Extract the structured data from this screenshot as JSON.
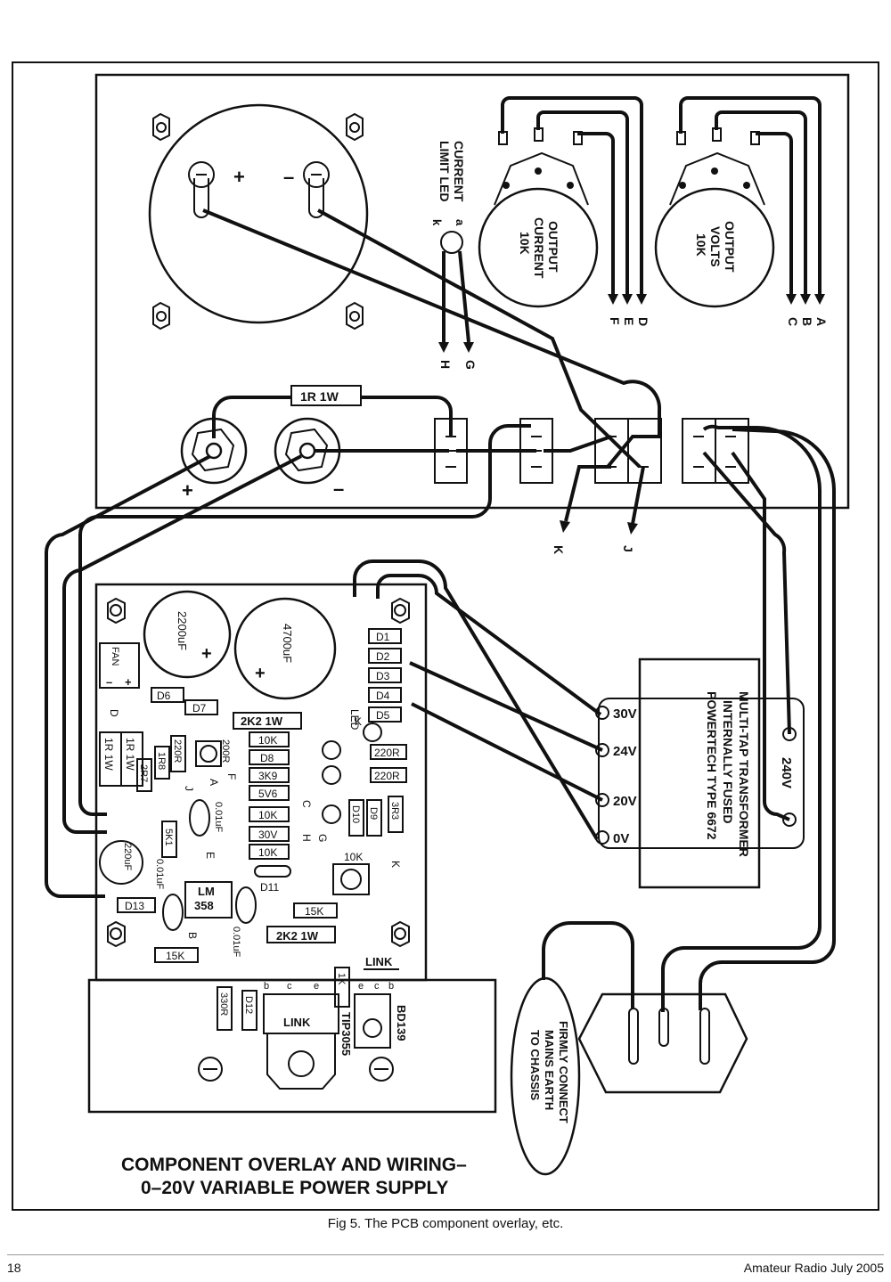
{
  "caption": "Fig 5. The PCB component overlay, etc.",
  "footer": {
    "page_number": "18",
    "publication": "Amateur Radio July 2005"
  },
  "title": {
    "line1": "COMPONENT OVERLAY AND WIRING–",
    "line2": "0–20V VARIABLE POWER SUPPLY"
  },
  "panel": {
    "meter_plus": "+",
    "meter_minus": "–",
    "current_limit_led": [
      "CURRENT",
      "LIMIT LED"
    ],
    "led_pins": [
      "a",
      "k"
    ],
    "output_current_pot": [
      "OUTPUT",
      "CURRENT",
      "10K"
    ],
    "output_volts_pot": [
      "OUTPUT",
      "VOLTS",
      "10K"
    ],
    "pot_letters_left": [
      "D",
      "E",
      "F"
    ],
    "pot_letters_right": [
      "A",
      "B",
      "C"
    ],
    "led_wire_letters": [
      "H",
      "G"
    ],
    "shunt_resistor": "1R 1W",
    "terminal_plus": "+",
    "terminal_minus": "–",
    "switch_letters": [
      "K",
      "J"
    ]
  },
  "transformer": {
    "title_lines": [
      "POWERTECH TYPE 6672",
      "INTERNALLY FUSED",
      "MULTI-TAP TRANSFORMER"
    ],
    "taps": [
      "30V",
      "24V",
      "20V",
      "0V"
    ],
    "mains": "240V"
  },
  "mains_note": [
    "FIRMLY CONNECT",
    "MAINS EARTH",
    "TO CHASSIS"
  ],
  "pcb": {
    "cap_small": "2200uF",
    "cap_large": "4700uF",
    "fan": "FAN",
    "fan_plus": "+",
    "fan_minus": "–",
    "diodes_top": [
      "D1",
      "D2",
      "D3",
      "D4",
      "D5"
    ],
    "d6": "D6",
    "d7": "D7",
    "d8": "D8",
    "d10": "D10",
    "d9": "D9",
    "d11": "D11",
    "d12": "D12",
    "d13": "D13",
    "r_2k2_top": "2K2 1W",
    "r_10k_a": "10K",
    "r_3k9": "3K9",
    "r_5v6": "5V6",
    "r_10k_b": "10K",
    "r_30v": "30V",
    "r_10k_c": "10K",
    "r_220_a": "220R",
    "r_220_b": "220R",
    "r_220_c": "220R",
    "r_200r": "200R",
    "r_1r_a": "1R 1W",
    "r_1r_b": "1R 1W",
    "r_1r8": "1R8",
    "r_2r7": "2R7",
    "r_3r3": "3R3",
    "r_5k1": "5K1",
    "r_15k_a": "15K",
    "r_15k_b": "15K",
    "r_2k2_bottom": "2K2 1W",
    "r_1k": "1K",
    "r_330r": "330R",
    "cap_220": "220uF",
    "cap_001_a": "0.01uF",
    "cap_001_b": "0.01uF",
    "cap_001_c": "0.01uF",
    "ic": [
      "LM",
      "358"
    ],
    "trim_pot": "10K",
    "led_label": "LED",
    "led_k": "K",
    "letters": [
      "D",
      "A",
      "F",
      "J",
      "C",
      "H",
      "G",
      "E",
      "B",
      "K"
    ],
    "link": "LINK",
    "link2": "LINK",
    "tip3055": "TIP3055",
    "bd139": "BD139",
    "pins_tip": [
      "b",
      "c",
      "e"
    ],
    "pins_bd": [
      "e",
      "c",
      "b"
    ]
  }
}
